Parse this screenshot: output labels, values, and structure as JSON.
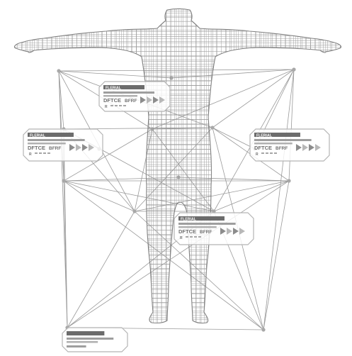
{
  "colors": {
    "background": "#ffffff",
    "wireframe": "#8a8a8a",
    "network_line": "#9a9a9a",
    "node": "#a8a8a8",
    "panel_border": "#b4b4b4",
    "panel_dark": "#6c6c6c"
  },
  "hud_panels": [
    {
      "id": "upper-center",
      "label": "FLERIAL",
      "code": "DFTCE",
      "sub": "BFRF",
      "tag": "R"
    },
    {
      "id": "left",
      "label": "FLERIAL",
      "code": "DFTCE",
      "sub": "BFRF",
      "tag": "R"
    },
    {
      "id": "right",
      "label": "FLERIAL",
      "code": "DFTCE",
      "sub": "BFRF",
      "tag": "R"
    },
    {
      "id": "lower-center",
      "label": "FLERIAL",
      "code": "DFTCE",
      "sub": "BFRF",
      "tag": "R"
    },
    {
      "id": "bottom-left",
      "label": "",
      "code": "",
      "sub": "",
      "tag": ""
    }
  ]
}
